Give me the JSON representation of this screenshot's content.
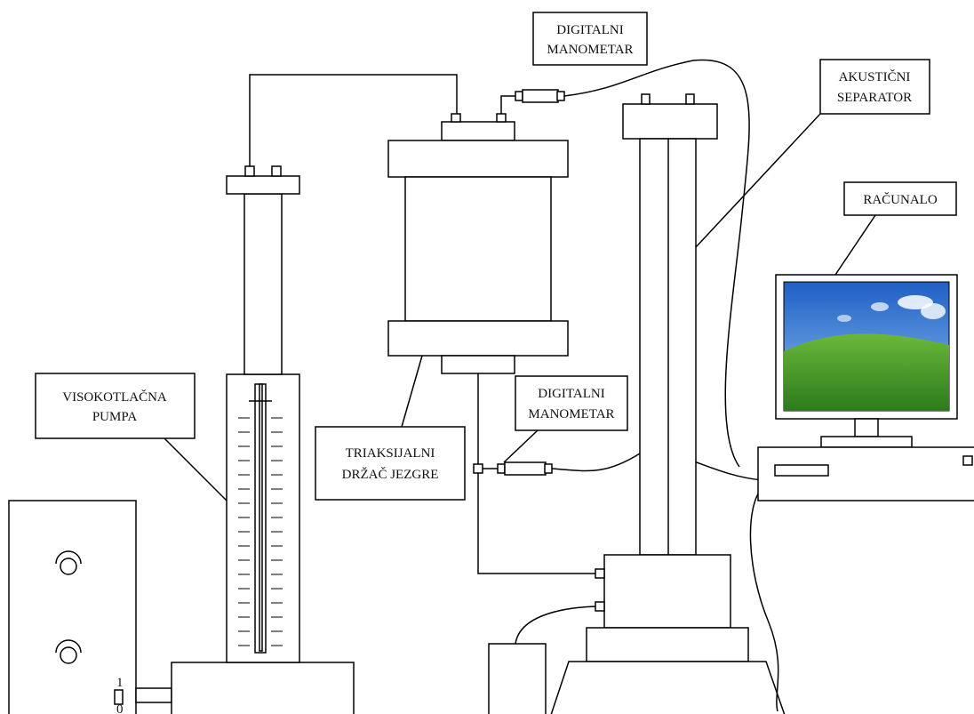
{
  "labels": {
    "manometer_top": [
      "DIGITALNI",
      "MANOMETAR"
    ],
    "separator": [
      "AKUSTIČNI",
      "SEPARATOR"
    ],
    "computer": "RAČUNALO",
    "pump": [
      "VISOKOTLAČNA",
      "PUMPA"
    ],
    "manometer_mid": [
      "DIGITALNI",
      "MANOMETAR"
    ],
    "core_holder": [
      "TRIAKSIJALNI",
      "DRŽAČ JEZGRE"
    ],
    "switch_on": "1",
    "switch_off": "0"
  },
  "colors": {
    "stroke": "#000000",
    "background": "#ffffff",
    "sky_top": "#1f5fc4",
    "sky_bottom": "#7fb6ef",
    "grass_top": "#5da935",
    "grass_bottom": "#2f7d1f"
  },
  "icons": {
    "knob": "dial-knob-icon",
    "wallpaper": "landscape-wallpaper"
  }
}
